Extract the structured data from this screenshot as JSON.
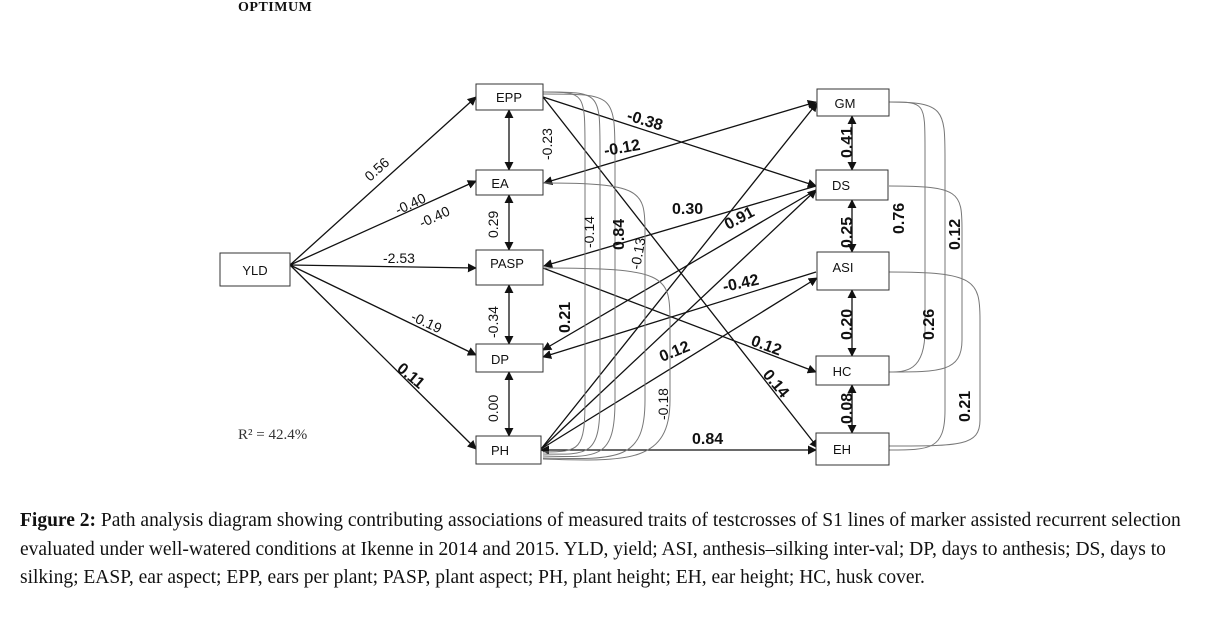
{
  "heading": "OPTIMUM",
  "r_squared": "R² = 42.4%",
  "nodes": {
    "YLD": "YLD",
    "EPP": "EPP",
    "EA": "EA",
    "PASP": "PASP",
    "DP": "DP",
    "PH": "PH",
    "GM": "GM",
    "DS": "DS",
    "ASI": "ASI",
    "HC": "HC",
    "EH": "EH"
  },
  "edge_labels": {
    "yld_epp": "0.56",
    "yld_ea_a": "-0.40",
    "yld_ea_b": "-0.40",
    "yld_pasp": "-2.53",
    "yld_dp": "-0.19",
    "yld_ph": "0.11",
    "epp_ea": "-0.23",
    "ea_pasp": "0.29",
    "pasp_dp": "-0.34",
    "dp_ph": "0.00",
    "epp_ds": "-0.38",
    "gm_ea": "-0.12",
    "ds_pasp": "0.30",
    "ph_gm": "0.91",
    "curve_021": "0.21",
    "curve_014": "-0.14",
    "curve_084": "0.84",
    "curve_013": "-0.13",
    "curve_018": "-0.18",
    "asi_dp": "-0.42",
    "ph_asi": "0.12",
    "pasp_hc": "0.12",
    "epp_eh": "0.14",
    "ph_eh": "0.84",
    "gm_ds": "0.41",
    "ds_asi": "0.25",
    "asi_hc": "0.20",
    "hc_eh": "0.08",
    "gm_hc": "0.76",
    "ds_eh": "0.12",
    "gm_eh": "0.26",
    "asi_eh": "0.21"
  },
  "caption": {
    "label": "Figure 2:",
    "text": " Path analysis diagram showing contributing associations of measured traits of testcrosses of S1 lines of marker assisted recurrent selection evaluated under well-watered conditions at Ikenne in 2014 and 2015. YLD, yield; ASI, anthesis–silking inter-val; DP, days to anthesis; DS, days to silking; EASP, ear aspect; EPP, ears per plant; PASP, plant aspect; PH, plant height; EH, ear height; HC, husk cover."
  }
}
